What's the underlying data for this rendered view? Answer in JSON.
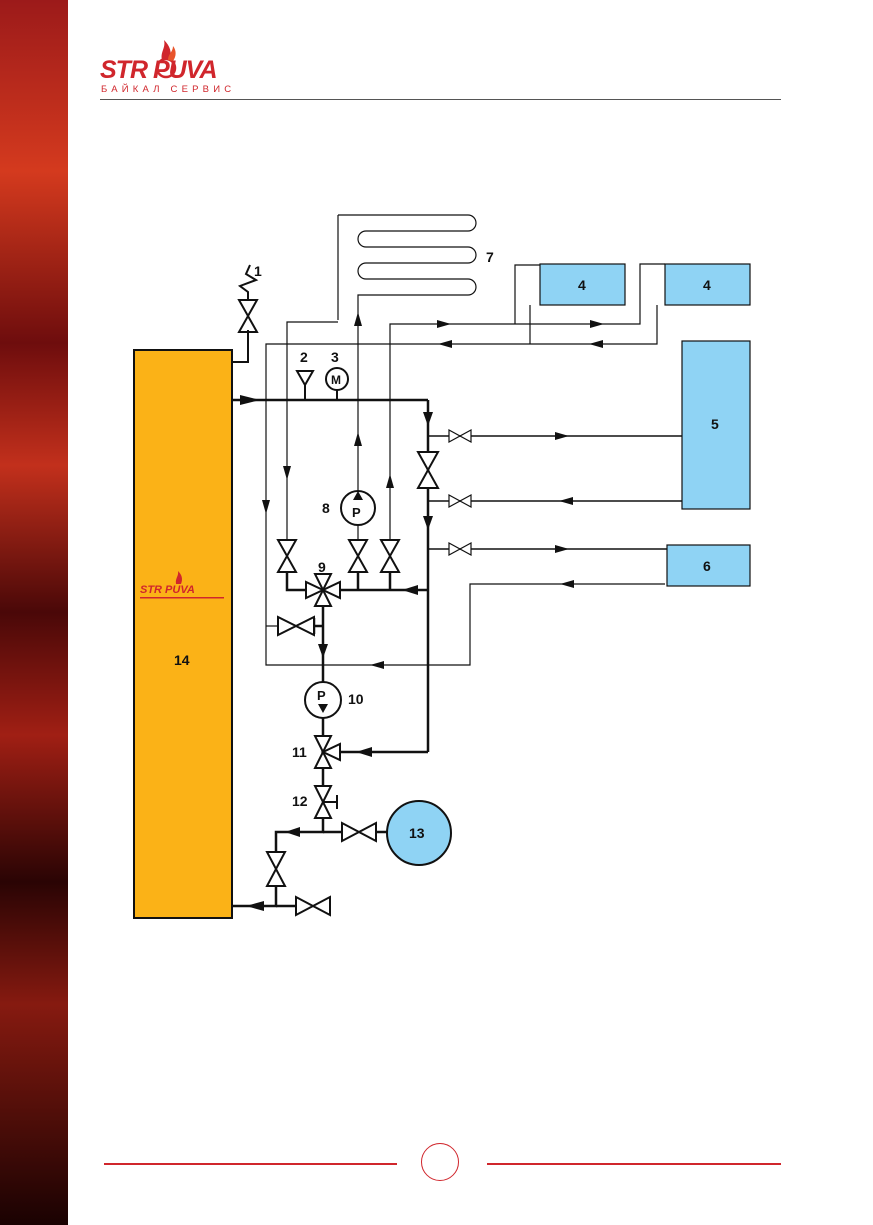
{
  "brand": {
    "logo_text": "STR PUVA",
    "logo_subtitle": "БАЙКАЛ СЕРВИС",
    "boiler_logo_text": "STR PUVA",
    "brand_color": "#d0262c"
  },
  "colors": {
    "boiler_fill": "#fbb217",
    "unit_fill": "#8fd3f4",
    "line_color": "#111111"
  },
  "diagram": {
    "labels": {
      "safety_valve": "1",
      "thermometer": "2",
      "manometer": "3",
      "heater_left": "4",
      "heater_right": "4",
      "radiator": "5",
      "unit_6": "6",
      "coil": "7",
      "pump_8": "8",
      "mixing_valve_9": "9",
      "pump_10": "10",
      "mixing_valve_11": "11",
      "valve_12": "12",
      "expansion_tank": "13",
      "boiler": "14"
    },
    "symbols": {
      "pump_letter": "P",
      "manometer_letter": "M"
    }
  }
}
